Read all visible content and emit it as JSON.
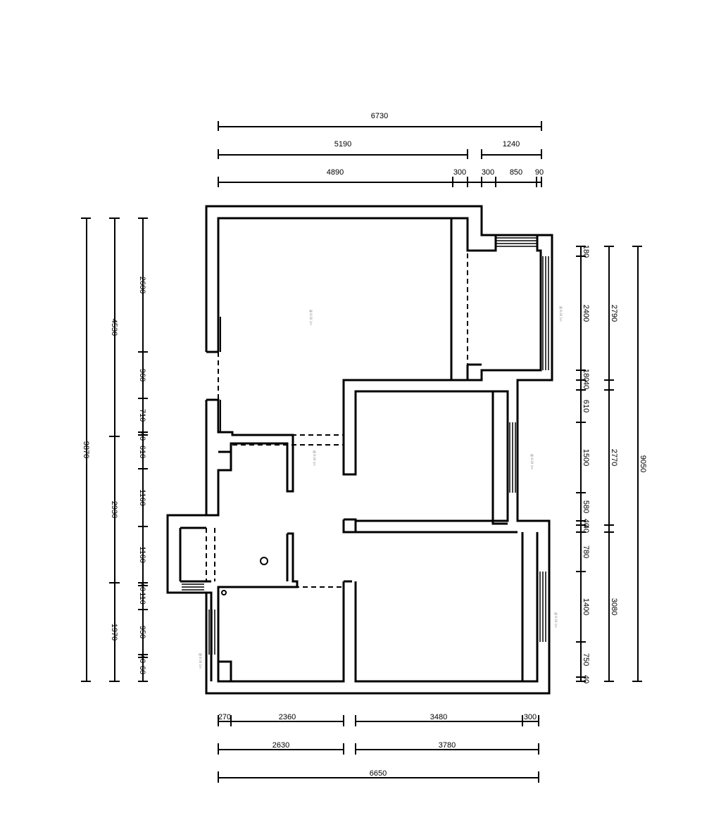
{
  "colors": {
    "line": "#000000",
    "background": "#ffffff",
    "note": "#888888"
  },
  "dimensions": {
    "top": [
      "6730",
      "5190",
      "1240",
      "4890",
      "300",
      "300",
      "850",
      "90"
    ],
    "bottom": [
      "270",
      "2360",
      "3480",
      "300",
      "2630",
      "3780",
      "6650"
    ],
    "left_outer": [
      "9870"
    ],
    "left_mid": [
      "4530",
      "2930",
      "1970"
    ],
    "left_inner": [
      "2600",
      "960",
      "710",
      "40",
      "610",
      "1160",
      "1160",
      "40",
      "110",
      "950",
      "40",
      "60"
    ],
    "right_inner": [
      "180",
      "2400",
      "180",
      "40",
      "610",
      "1500",
      "580",
      "40",
      "40",
      "780",
      "1400",
      "750",
      "40"
    ],
    "right_mid": [
      "2790",
      "2770",
      "3080"
    ],
    "right_outer": [
      "9050"
    ]
  },
  "notes": [
    "建 8-20 1m",
    "建 8-20 1m",
    "建 8-20 1m",
    "建 8-20 1m",
    "建 8-20 1m",
    "建 8-20 1m"
  ]
}
